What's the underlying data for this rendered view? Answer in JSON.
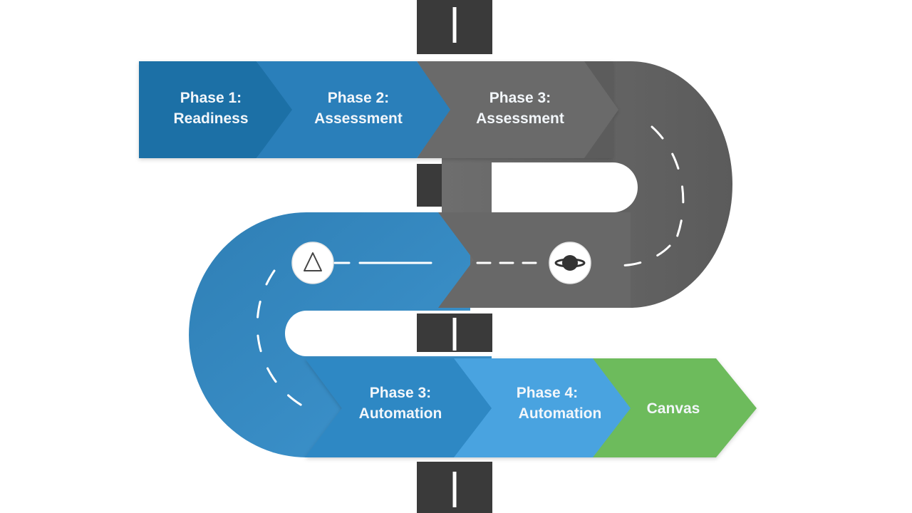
{
  "diagram": {
    "phases": [
      {
        "line1": "Phase 1:",
        "line2": "Readiness"
      },
      {
        "line1": "Phase 2:",
        "line2": "Assessment"
      },
      {
        "line1": "Phase 3:",
        "line2": "Assessment"
      },
      {
        "line1": "Phase 3:",
        "line2": "Automation"
      },
      {
        "line1": "Phase 4:",
        "line2": "Automation"
      }
    ],
    "final": {
      "label": "Canvas"
    },
    "colors": {
      "blue_dark": "#1f6fa6",
      "blue_mid": "#2b86c2",
      "blue_light": "#4aa3e0",
      "gray_road": "#6b6b6b",
      "gray_dark": "#4f4f4f",
      "green": "#6dbb5c",
      "asphalt": "#3a3a3a"
    },
    "icons": {
      "left_marker": "warning-triangle-icon",
      "right_marker": "planet-icon"
    }
  }
}
